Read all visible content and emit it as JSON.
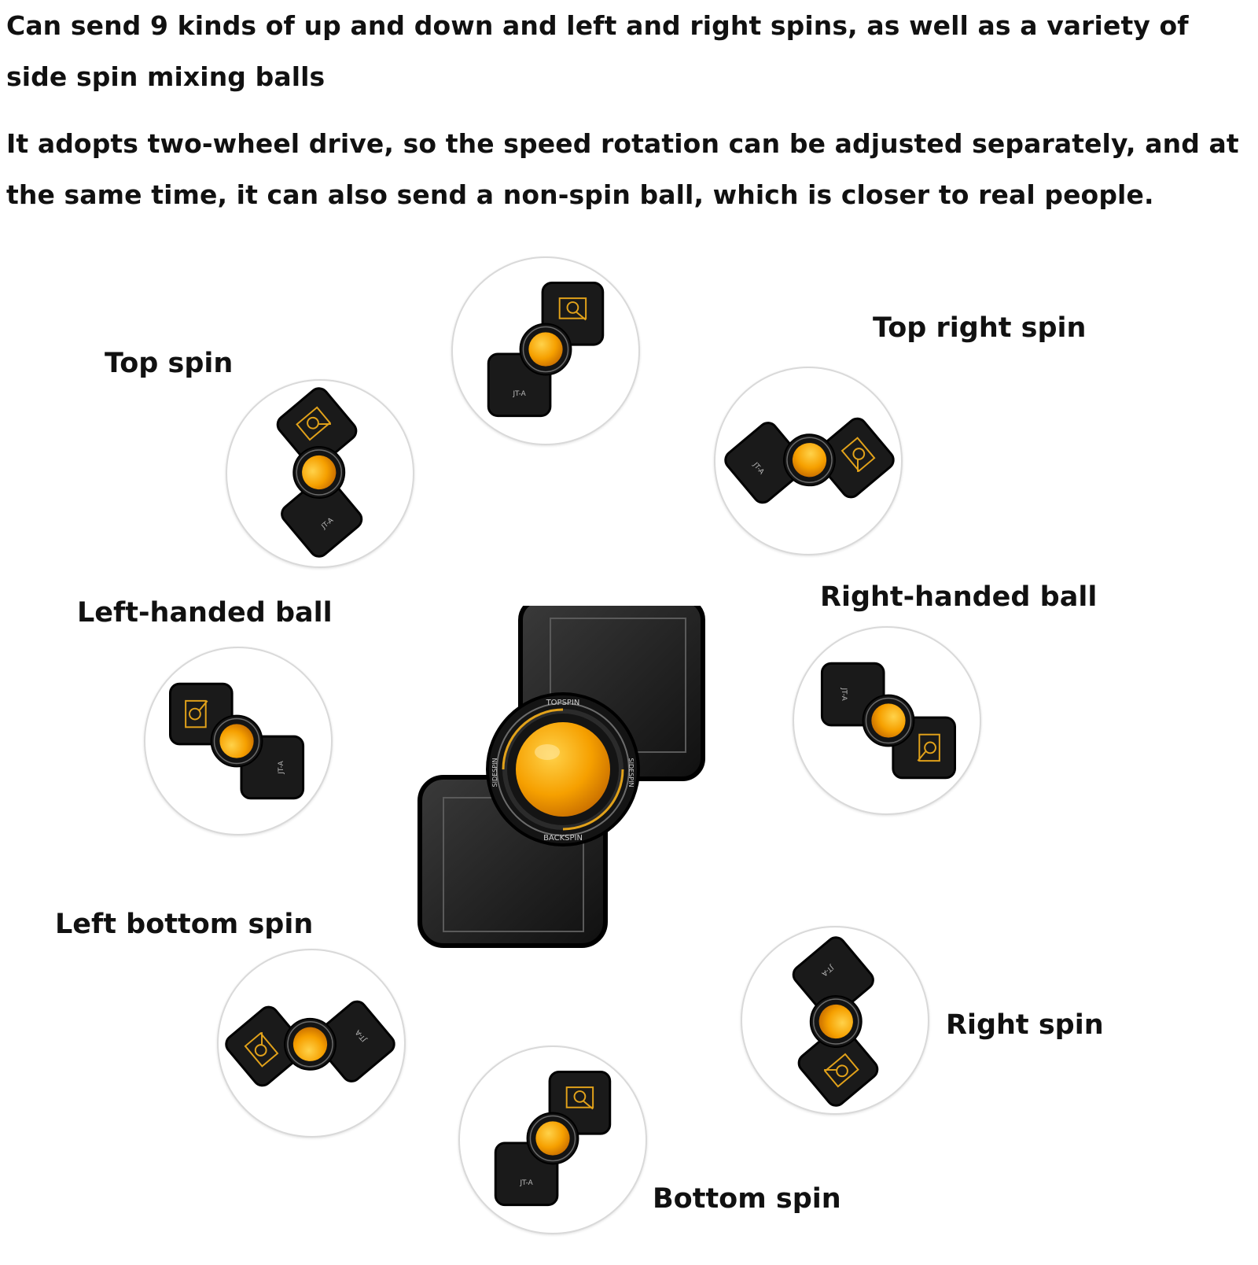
{
  "intro": {
    "line1": "Can send 9 kinds of up and down and left and right spins, as well as a variety of side spin mixing balls",
    "line2": "It adopts two-wheel drive, so the speed rotation can be adjusted separately, and at the same time, it can also send a non-spin ball, which is closer to real people."
  },
  "labels": {
    "top_spin": "Top spin",
    "top_right_spin": "Top right spin",
    "left_handed_ball": "Left-handed ball",
    "right_handed_ball": "Right-handed ball",
    "left_bottom_spin": "Left bottom spin",
    "right_spin": "Right spin",
    "bottom_spin": "Bottom spin"
  },
  "device": {
    "model": "JT-A",
    "ring_top": "TOPSPIN",
    "ring_bottom": "BACKSPIN",
    "ring_left": "SIDESPIN",
    "ring_right": "SIDESPIN"
  },
  "colors": {
    "ball": "#f6a000",
    "device_body": "#1a1a1a",
    "accent": "#e2a21a",
    "circle_border": "#d9d9d9"
  }
}
